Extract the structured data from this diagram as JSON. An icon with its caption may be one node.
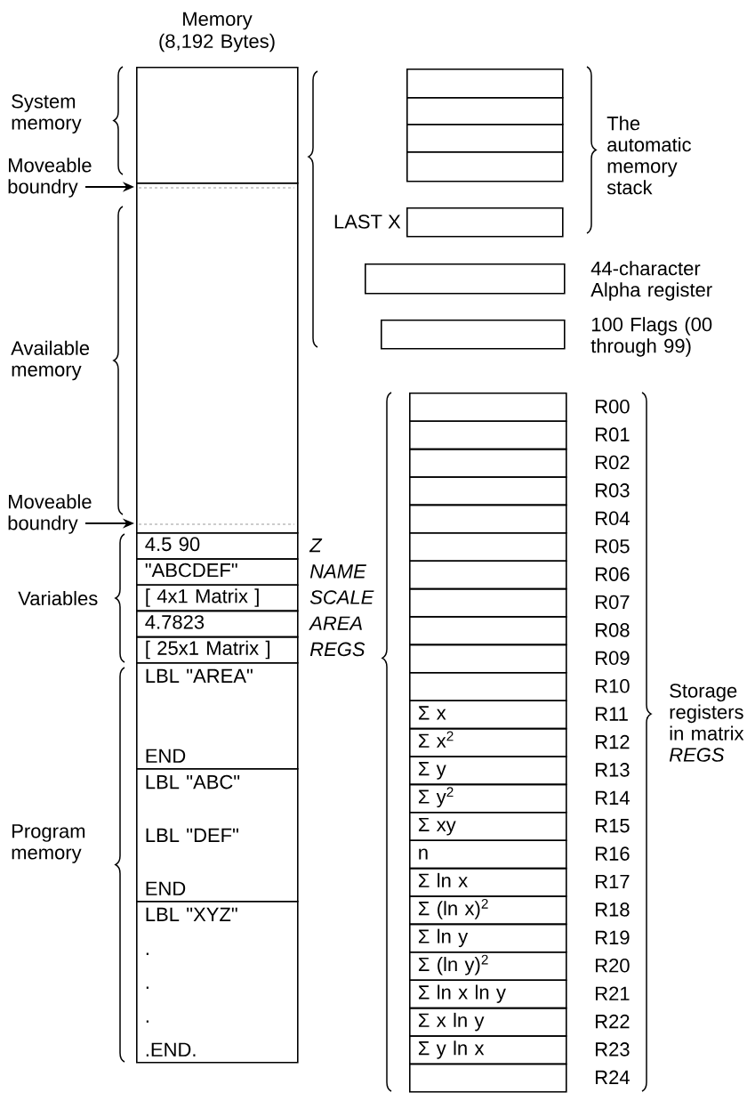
{
  "diagram": {
    "title": "Memory (8,192 Bytes)",
    "nodes": [
      {
        "text": [],
        "shape": "box"
      },
      {
        "text": [
          "Moveable boundry"
        ]
      },
      {
        "text": [],
        "shape": "box"
      },
      {
        "text": [
          "Moveable boundry"
        ]
      },
      {
        "text": [
          "4.5    90"
        ],
        "beside": [
          "Z"
        ]
      },
      {
        "text": [
          "\"ABCDEF\""
        ],
        "beside": [
          "NAME"
        ]
      },
      {
        "text": [
          "[ 4x1 Matrix ]"
        ],
        "beside": [
          "SCALE"
        ]
      },
      {
        "text": [
          "4.7823"
        ],
        "beside": [
          "AREA"
        ]
      },
      {
        "text": [
          "[ 25x1 Matrix ]"
        ],
        "beside": [
          "REGS"
        ]
      },
      {
        "text": [
          "LBL \"AREA\"",
          "END"
        ]
      },
      {
        "text": [
          "LBL \"ABC\"",
          "LBL \"DEF\"",
          "END"
        ]
      },
      {
        "text": [
          "LBL \"XYZ\"",
          ".",
          ".",
          ".",
          ".END."
        ]
      },
      {
        "text": [],
        "shape": "box"
      },
      {
        "text": [],
        "shape": "box"
      },
      {
        "text": [],
        "shape": "box"
      },
      {
        "text": [],
        "shape": "box"
      },
      {
        "text": [],
        "shape": "box",
        "beside": [
          "LAST X"
        ]
      },
      {
        "text": [],
        "shape": "box",
        "beside": [
          "44-character Alpha register"
        ]
      },
      {
        "text": [],
        "shape": "box",
        "beside": [
          "100 Flags (00 through 99)"
        ]
      },
      {
        "text": [],
        "shape": "box",
        "beside": [
          "R00"
        ]
      },
      {
        "text": [],
        "shape": "box",
        "beside": [
          "R01"
        ]
      },
      {
        "text": [],
        "shape": "box",
        "beside": [
          "R02"
        ]
      },
      {
        "text": [],
        "shape": "box",
        "beside": [
          "R03"
        ]
      },
      {
        "text": [],
        "shape": "box",
        "beside": [
          "R04"
        ]
      },
      {
        "text": [],
        "shape": "box",
        "beside": [
          "R05"
        ]
      },
      {
        "text": [],
        "shape": "box",
        "beside": [
          "R06"
        ]
      },
      {
        "text": [],
        "shape": "box",
        "beside": [
          "R07"
        ]
      },
      {
        "text": [],
        "shape": "box",
        "beside": [
          "R08"
        ]
      },
      {
        "text": [],
        "shape": "box",
        "beside": [
          "R09"
        ]
      },
      {
        "text": [],
        "shape": "box",
        "beside": [
          "R10"
        ]
      },
      {
        "text": [
          "Σ x"
        ],
        "beside": [
          "R11"
        ]
      },
      {
        "text": [
          "Σ x$^{2}$"
        ],
        "beside": [
          "R12"
        ]
      },
      {
        "text": [
          "Σ y"
        ],
        "beside": [
          "R13"
        ]
      },
      {
        "text": [
          "Σ y$^{2}$"
        ],
        "beside": [
          "R14"
        ]
      },
      {
        "text": [
          "Σ xy"
        ],
        "beside": [
          "R15"
        ]
      },
      {
        "text": [
          "n"
        ],
        "beside": [
          "R16"
        ]
      },
      {
        "text": [
          "Σ ln x"
        ],
        "beside": [
          "R17"
        ]
      },
      {
        "text": [
          "Σ (ln x)$^{2}$"
        ],
        "beside": [
          "R18"
        ]
      },
      {
        "text": [
          "Σ ln y"
        ],
        "beside": [
          "R19"
        ]
      },
      {
        "text": [
          "Σ (ln y)$^{2}$"
        ],
        "beside": [
          "R20"
        ]
      },
      {
        "text": [
          "Σ ln x ln y"
        ],
        "beside": [
          "R21"
        ]
      },
      {
        "text": [
          "Σ x ln y"
        ],
        "beside": [
          "R22"
        ]
      },
      {
        "text": [
          "Σ y ln x"
        ],
        "beside": [
          "R23"
        ]
      },
      {
        "text": [],
        "shape": "box",
        "beside": [
          "R24"
        ]
      }
    ],
    "edges": [
      {
        "from": 1,
        "to": 0,
        "arrow": "to"
      },
      {
        "from": 3,
        "to": 2,
        "arrow": "to"
      }
    ],
    "labels": [
      "System memory",
      "The automatic memory stack",
      "Available memory",
      "Variables",
      "Program memory",
      "Storage registers in matrix *REGS*"
    ]
  }
}
